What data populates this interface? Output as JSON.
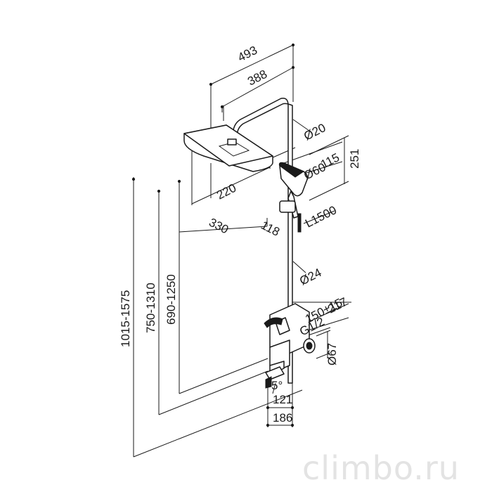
{
  "dimensions": {
    "d493": "493",
    "d388": "388",
    "d20": "Ø20",
    "d251": "251",
    "d115": "115",
    "d60": "Ø60",
    "d220": "220",
    "d330": "330",
    "d118": "118",
    "dL1500": "L1500",
    "d24": "Ø24",
    "d1015": "1015-1575",
    "d750": "750-1310",
    "d690": "690-1250",
    "d217": "217",
    "d150": "150±15",
    "dG12": "G1/2",
    "d67": "Ø67",
    "d5": "5°",
    "d121": "121",
    "d186": "186"
  },
  "watermark": "climbo.ru"
}
